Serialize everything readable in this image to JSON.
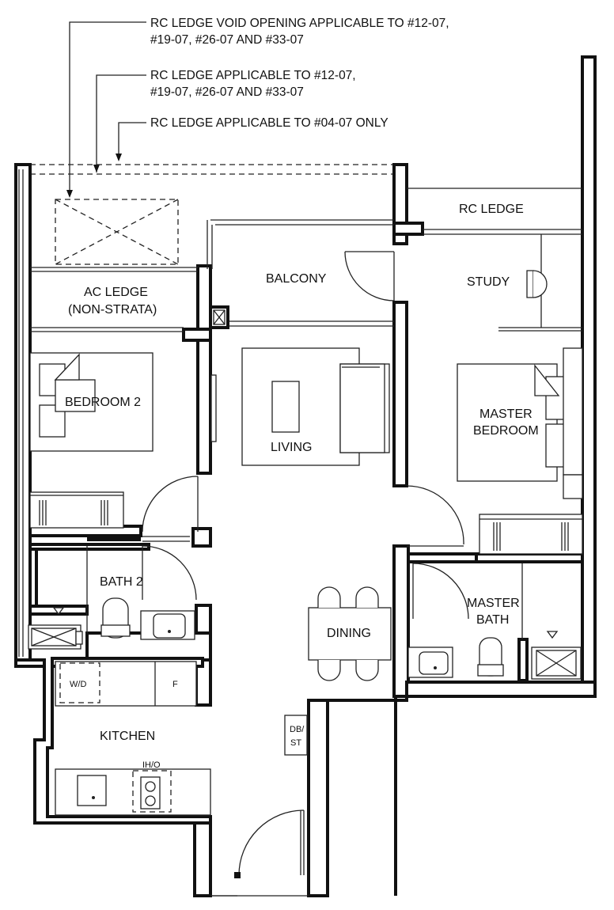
{
  "notes": [
    {
      "line1": "RC LEDGE VOID OPENING APPLICABLE TO #12-07,",
      "line2": "#19-07, #26-07 AND #33-07"
    },
    {
      "line1": "RC LEDGE APPLICABLE TO #12-07,",
      "line2": "#19-07, #26-07 AND #33-07"
    },
    {
      "line1": "RC LEDGE APPLICABLE TO #04-07 ONLY",
      "line2": ""
    }
  ],
  "rooms": {
    "rc_ledge": "RC LEDGE",
    "study": "STUDY",
    "balcony": "BALCONY",
    "ac_ledge": {
      "line1": "AC LEDGE",
      "line2": "(NON-STRATA)"
    },
    "bedroom2": "BEDROOM 2",
    "living": "LIVING",
    "master_bedroom": {
      "line1": "MASTER",
      "line2": "BEDROOM"
    },
    "bath2": "BATH 2",
    "master_bath": {
      "line1": "MASTER",
      "line2": "BATH"
    },
    "dining": "DINING",
    "kitchen": "KITCHEN"
  },
  "fixtures": {
    "wd": "W/D",
    "fridge": "F",
    "db_st": {
      "line1": "DB/",
      "line2": "ST"
    },
    "ih_o": "IH/O"
  }
}
